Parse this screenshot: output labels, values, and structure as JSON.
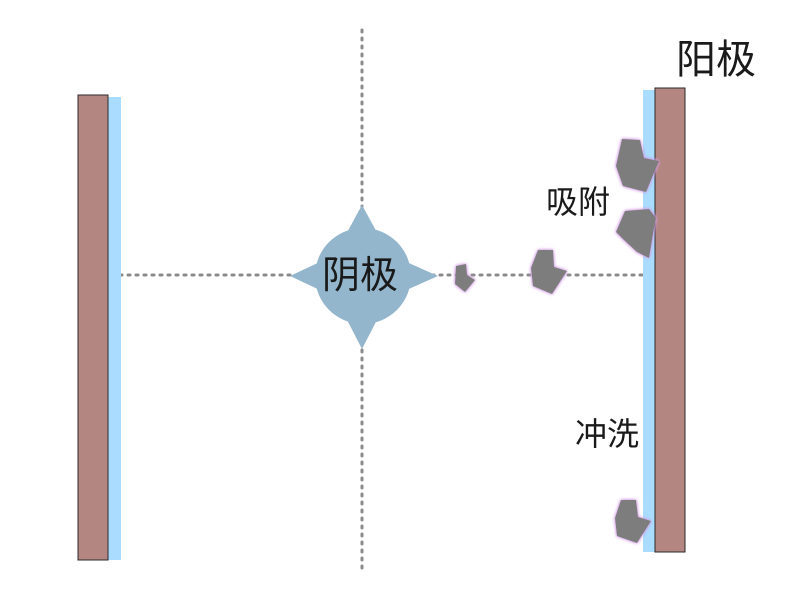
{
  "diagram": {
    "labels": {
      "cathode": "阴极",
      "anode": "阳极",
      "adsorption": "吸附",
      "rinse": "冲洗"
    },
    "colors": {
      "plate_fill": "#b48682",
      "film_fill": "#a9dcff",
      "cathode_fill": "#93b6cc",
      "particle_fill": "#7d7d7d",
      "particle_glow": "#d59ce6",
      "dotted_line": "#8a8a8a"
    }
  }
}
